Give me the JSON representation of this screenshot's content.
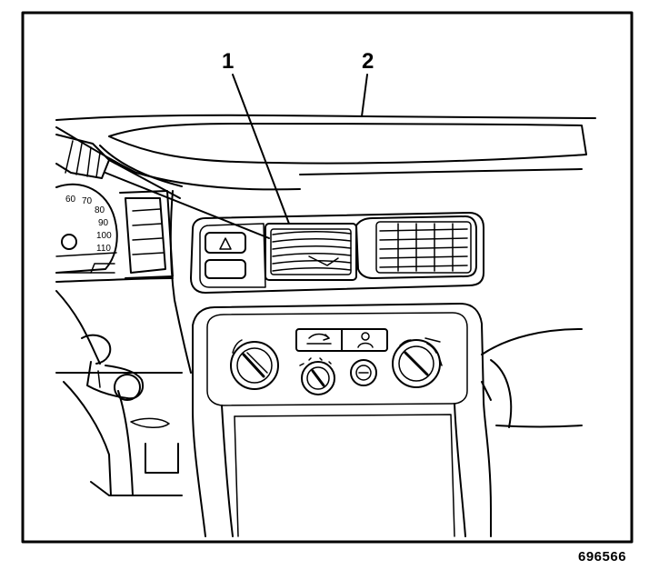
{
  "callouts": [
    {
      "number": "1"
    },
    {
      "number": "2"
    }
  ],
  "figure_number": "696566",
  "speedometer_ticks": [
    "60",
    "70",
    "80",
    "90",
    "100",
    "110"
  ],
  "colors": {
    "line": "#000000",
    "background": "#ffffff"
  },
  "icons": [
    "hazard-icon",
    "recirculation-icon",
    "face-vent-icon",
    "ac-icon"
  ]
}
